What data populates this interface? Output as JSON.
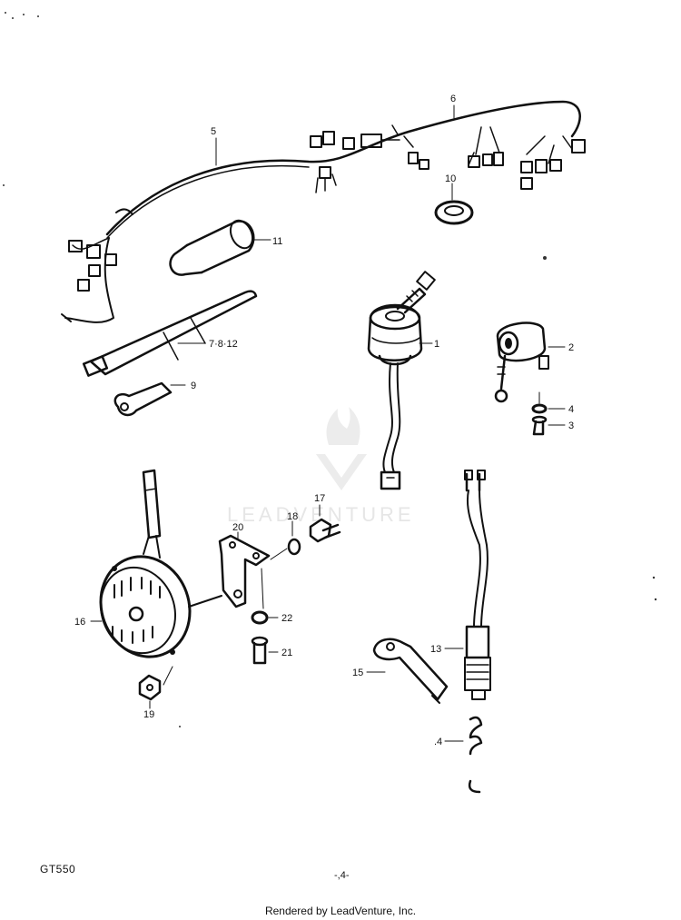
{
  "diagram": {
    "model_code": "GT550",
    "page_number": "-,4-",
    "credit": "Rendered by LeadVenture, Inc.",
    "watermark": "LEADVENTURE",
    "callouts": {
      "c1": "1",
      "c2": "2",
      "c3": "3",
      "c4": "4",
      "c4b": ".4",
      "c5": "5",
      "c6": "6",
      "c9": "9",
      "c10": "10",
      "c11": "11",
      "c7812": "7·8·12",
      "c13": "13",
      "c15": "15",
      "c16": "16",
      "c17": "17",
      "c18": "18",
      "c19": "19",
      "c20": "20",
      "c21": "21",
      "c22": "22"
    }
  }
}
